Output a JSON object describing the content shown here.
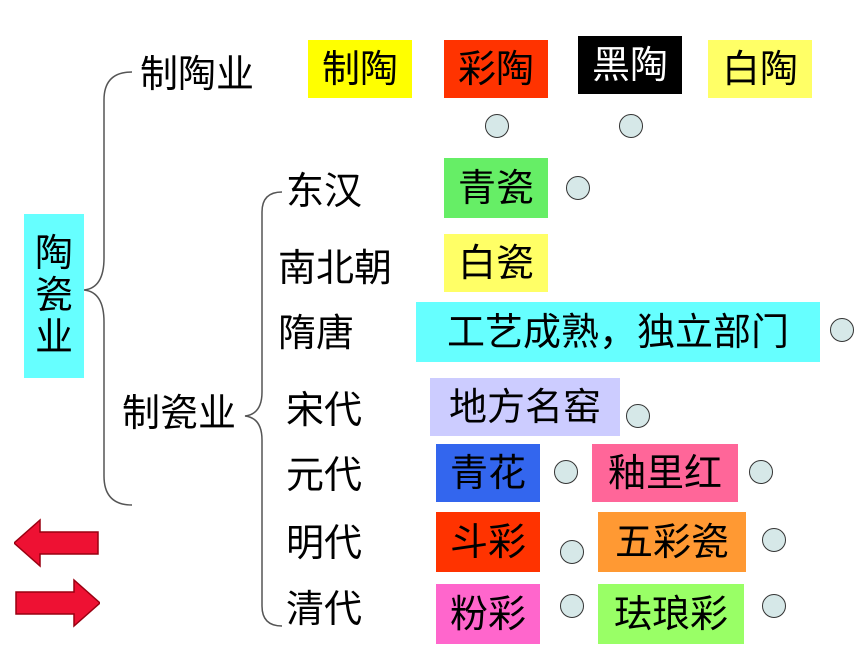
{
  "root": {
    "chars": [
      "陶",
      "瓷",
      "业"
    ],
    "color": "#66ffff"
  },
  "pottery": {
    "label": "制陶业",
    "items": [
      {
        "text": "制陶",
        "bg": "#ffff00",
        "fg": "#000000"
      },
      {
        "text": "彩陶",
        "bg": "#ff3300",
        "fg": "#000000"
      },
      {
        "text": "黑陶",
        "bg": "#000000",
        "fg": "#ffffff"
      },
      {
        "text": "白陶",
        "bg": "#ffff66",
        "fg": "#000000"
      }
    ]
  },
  "porcelain": {
    "label": "制瓷业",
    "eras": [
      {
        "era": "东汉",
        "items": [
          {
            "text": "青瓷",
            "bg": "#66ee66"
          }
        ]
      },
      {
        "era": "南北朝",
        "items": [
          {
            "text": "白瓷",
            "bg": "#ffff66"
          }
        ]
      },
      {
        "era": "隋唐",
        "items": [
          {
            "text": "工艺成熟，独立部门",
            "bg": "#66ffff"
          }
        ]
      },
      {
        "era": "宋代",
        "items": [
          {
            "text": "地方名窑",
            "bg": "#ccccff"
          }
        ]
      },
      {
        "era": "元代",
        "items": [
          {
            "text": "青花",
            "bg": "#3366ee"
          },
          {
            "text": "釉里红",
            "bg": "#ff6699"
          }
        ]
      },
      {
        "era": "明代",
        "items": [
          {
            "text": "斗彩",
            "bg": "#ff3300"
          },
          {
            "text": "五彩瓷",
            "bg": "#ff9933"
          }
        ]
      },
      {
        "era": "清代",
        "items": [
          {
            "text": "粉彩",
            "bg": "#ff66cc"
          },
          {
            "text": "珐琅彩",
            "bg": "#99ff66"
          }
        ]
      }
    ]
  },
  "colors": {
    "arrow": "#ee1133",
    "dot": "#d6e8e8"
  },
  "icons": {
    "prev": "left-arrow-icon",
    "next": "right-arrow-icon"
  }
}
